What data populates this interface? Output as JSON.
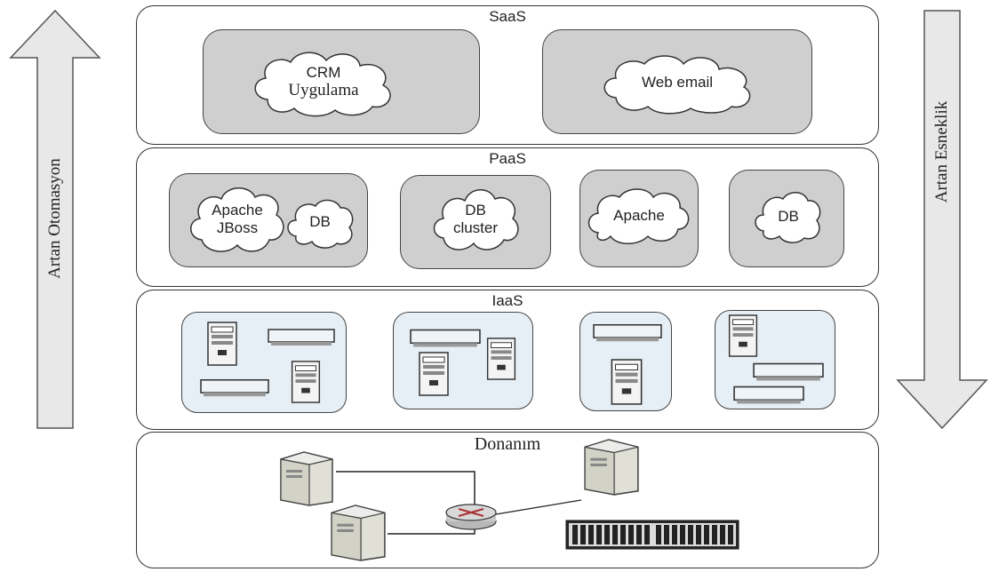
{
  "left_arrow": {
    "label": "Artan Otomasyon",
    "direction": "up"
  },
  "right_arrow": {
    "label": "Artan Esneklik",
    "direction": "down"
  },
  "layers": {
    "saas": {
      "title": "SaaS",
      "clouds": [
        {
          "line1": "CRM",
          "line2": "Uygulama"
        },
        {
          "line1": "Web email",
          "line2": ""
        }
      ]
    },
    "paas": {
      "title": "PaaS",
      "clouds": [
        {
          "line1": "Apache",
          "line2": "JBoss"
        },
        {
          "line1": "DB",
          "line2": ""
        },
        {
          "line1": "DB",
          "line2": "cluster"
        },
        {
          "line1": "Apache",
          "line2": ""
        },
        {
          "line1": "DB",
          "line2": ""
        }
      ]
    },
    "iaas": {
      "title": "IaaS"
    },
    "hardware": {
      "title": "Donanım"
    }
  },
  "colors": {
    "grey_box": "#cfcfcf",
    "blue_box": "#e6eff6",
    "arrow_fill": "#e8e8e8",
    "outline": "#333333"
  }
}
